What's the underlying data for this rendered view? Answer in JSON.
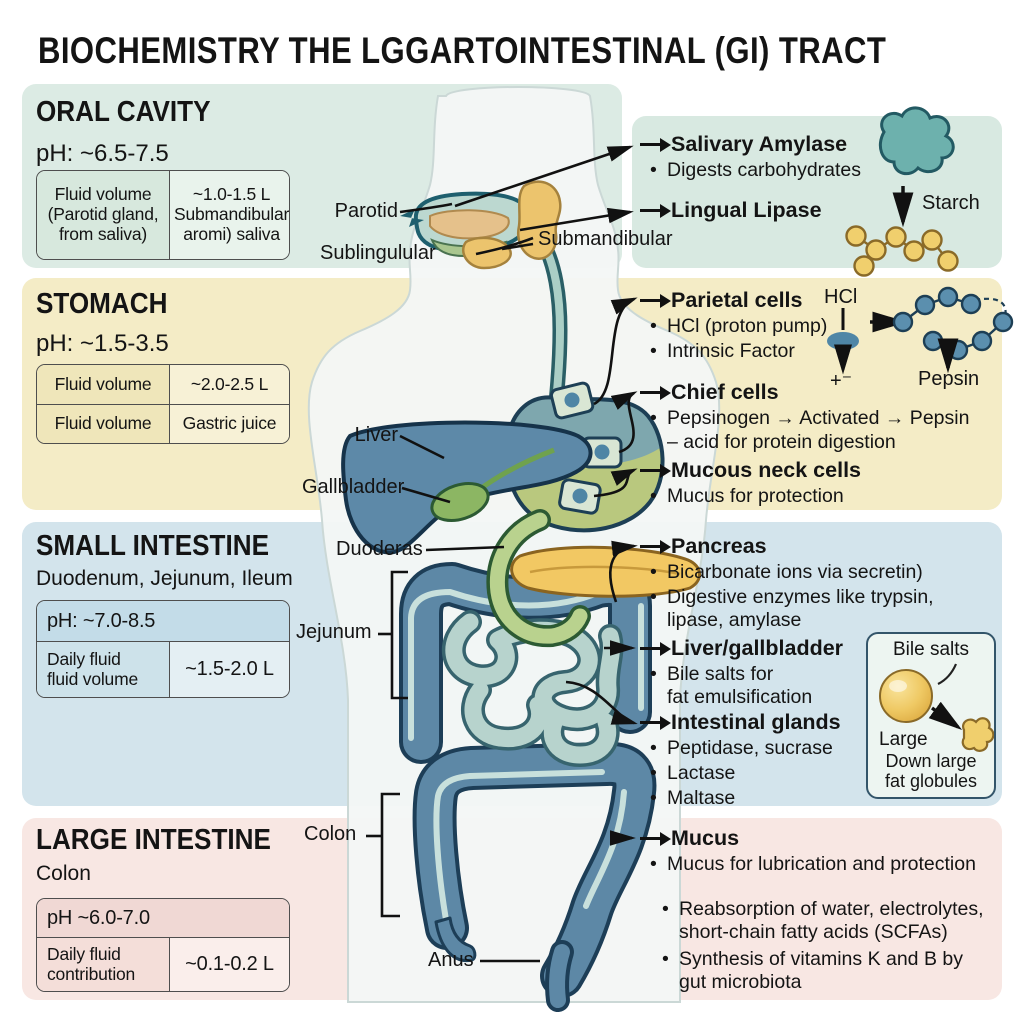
{
  "title": "BIOCHEMISTRY THE LGGARTOINTESTINAL (GI) TRACT",
  "colors": {
    "band_oral": "#dcebe4",
    "band_stomach": "#f4ecc6",
    "band_small_intestine": "#d3e4ec",
    "band_large_intestine": "#f8e7e3",
    "organ_blue": "#5d88a6",
    "organ_outline": "#1d3e57",
    "gland_yellow": "#ecc46d",
    "enzyme_teal": "#6db1ad",
    "starch_yellow": "#f0cf6d",
    "gallbladder_green": "#8cb663",
    "pancreas_yellow": "#f2c863",
    "coil_blue": "#b7d3cd"
  },
  "oral": {
    "heading": "ORAL CAVITY",
    "ph": "pH: ~6.5-7.5",
    "table": {
      "c1": "Fluid volume\n(Parotid gland,\nfrom saliva)",
      "c2": "~1.0-1.5 L\nSubmandibular\naromi) saliva"
    },
    "labels": {
      "parotid": "Parotid",
      "sublingual": "Sublingulular",
      "submandibular": "Submandibular"
    },
    "annotations": {
      "salivary": {
        "title": "Salivary Amylase",
        "bullet": "Digests carbohydrates"
      },
      "lingual": {
        "title": "Lingual Lipase"
      },
      "starch_label": "Starch"
    }
  },
  "stomach": {
    "heading": "STOMACH",
    "ph": "pH: ~1.5-3.5",
    "table": {
      "r1c1": "Fluid volume",
      "r1c2": "~2.0-2.5 L",
      "r2c1": "Fluid volume",
      "r2c2": "Gastric juice"
    },
    "labels": {
      "liver": "Liver",
      "gallbladder": "Gallbladder"
    },
    "annotations": {
      "parietal": {
        "title": "Parietal cells",
        "bullets": [
          "HCl (proton pump)",
          "Intrinsic Factor"
        ]
      },
      "chief": {
        "title": "Chief cells",
        "bullets": [
          "Pepsinogen → Activated → Pepsin",
          "– acid for protein digestion"
        ]
      },
      "mucous": {
        "title": "Mucous neck cells",
        "bullets": [
          "Mucus for protection"
        ]
      },
      "hcl_label": "HCl",
      "plus_minus": "+⁻",
      "pepsin_label": "Pepsin"
    }
  },
  "small_intestine": {
    "heading": "SMALL INTESTINE",
    "subtitle": "Duodenum, Jejunum, Ileum",
    "table": {
      "ph": "pH: ~7.0-8.5",
      "r1c1": "Daily fluid\nfluid volume",
      "r1c2": "~1.5-2.0 L"
    },
    "labels": {
      "duodenum": "Duoderas",
      "jejunum": "Jejunum"
    },
    "annotations": {
      "pancreas": {
        "title": "Pancreas",
        "bullets": [
          "Bicarbonate ions via secretin)",
          "Digestive enzymes like trypsin,\nlipase, amylase"
        ]
      },
      "liver_gb": {
        "title": "Liver/gallbladder",
        "bullets": [
          "Bile salts for\nfat emulsification"
        ]
      },
      "glands": {
        "title": "Intestinal glands",
        "bullets": [
          "Peptidase, sucrase",
          "Lactase",
          "Maltase"
        ]
      },
      "bile_box": {
        "title": "Bile salts",
        "large": "Large",
        "caption": "Down large\nfat globules"
      }
    }
  },
  "large_intestine": {
    "heading": "LARGE INTESTINE",
    "subtitle": "Colon",
    "table": {
      "ph": "pH ~6.0-7.0",
      "r1c1": "Daily fluid\ncontribution",
      "r1c2": "~0.1-0.2 L"
    },
    "labels": {
      "colon": "Colon",
      "anus": "Anus"
    },
    "annotations": {
      "mucus": {
        "title": "Mucus",
        "bullets": [
          "Mucus for lubrication and protection"
        ]
      },
      "extra_bullets": [
        "Reabsorption of water, electrolytes,\nshort-chain fatty acids (SCFAs)",
        "Synthesis of vitamins K and B by\ngut microbiota"
      ]
    }
  }
}
